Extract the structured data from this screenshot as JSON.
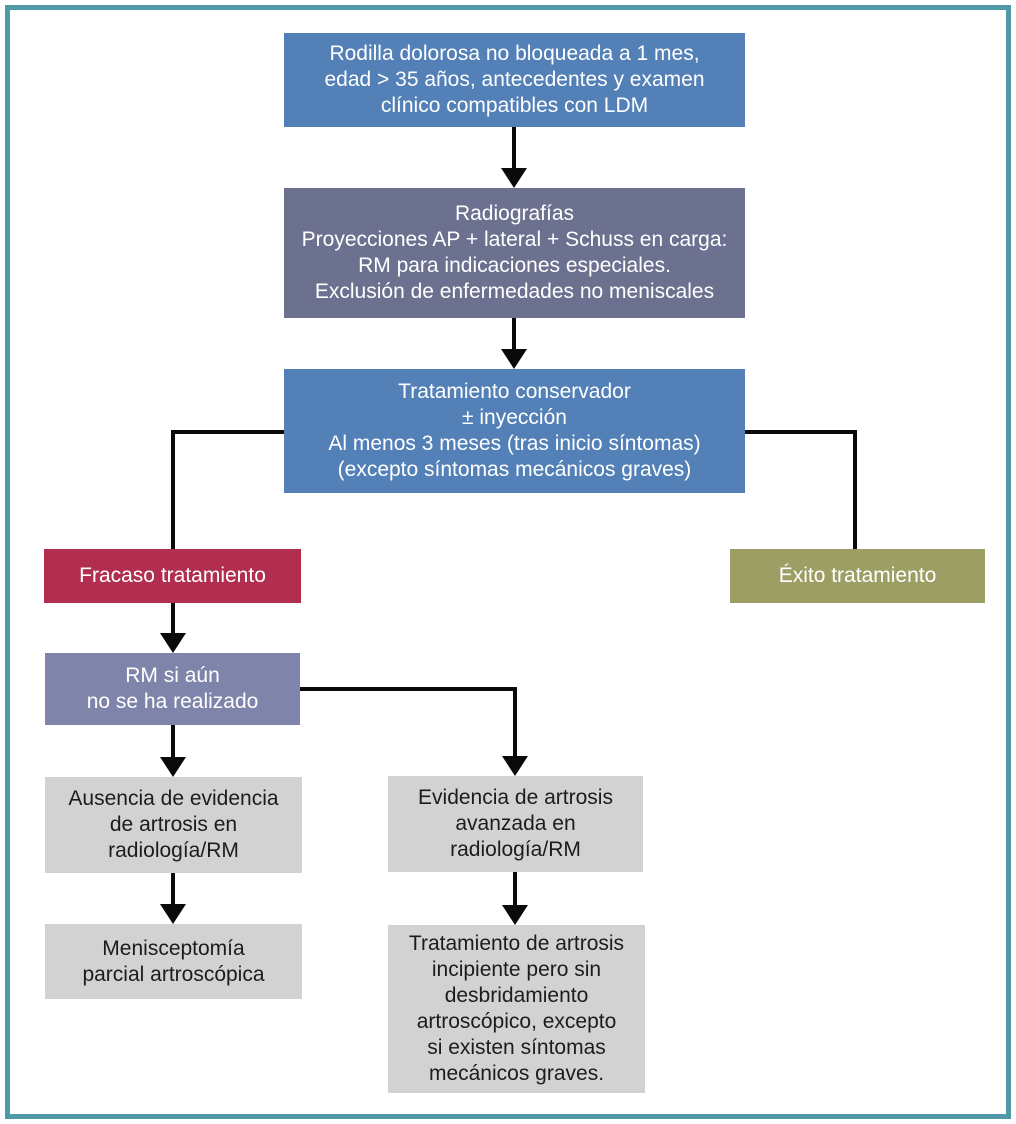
{
  "frame": {
    "border_color": "#4f99a8"
  },
  "palette": {
    "blue": "#5280b7",
    "slate": "#6d7190",
    "periwinkle": "#7e84aa",
    "red": "#b12e4e",
    "olive": "#9d9e64",
    "gray": "#d2d2d2",
    "line": "#0a0a0a",
    "text_light": "#ffffff",
    "text_dark": "#1c1c1c"
  },
  "nodes": {
    "rodilla": {
      "label": "Rodilla dolorosa no bloqueada a 1 mes,\nedad > 35 años, antecedentes y examen\nclínico compatibles con LDM",
      "color": "#5280b7"
    },
    "radiografias": {
      "label": "Radiografías\nProyecciones AP + lateral + Schuss en carga:\nRM para indicaciones especiales.\nExclusión de enfermedades no meniscales",
      "color": "#6d7190"
    },
    "tratamiento": {
      "label": "Tratamiento conservador\n± inyección\nAl menos 3 meses (tras inicio síntomas)\n(excepto síntomas mecánicos graves)",
      "color": "#5280b7"
    },
    "fracaso": {
      "label": "Fracaso tratamiento",
      "color": "#b12e4e"
    },
    "exito": {
      "label": "Éxito tratamiento",
      "color": "#9d9e64"
    },
    "rm": {
      "label": "RM si aún\nno se ha realizado",
      "color": "#7e84aa"
    },
    "ausencia": {
      "label": "Ausencia de evidencia\nde artrosis en\nradiología/RM",
      "color": "#d2d2d2"
    },
    "evidencia": {
      "label": "Evidencia de artrosis\navanzada en\nradiología/RM",
      "color": "#d2d2d2"
    },
    "menisceptomia": {
      "label": "Menisceptomía\nparcial artroscópica",
      "color": "#d2d2d2"
    },
    "artrosis": {
      "label": "Tratamiento de artrosis\nincipiente pero sin\ndesbridamiento\nartroscópico, excepto\nsi existen síntomas\nmecánicos graves.",
      "color": "#d2d2d2"
    }
  }
}
